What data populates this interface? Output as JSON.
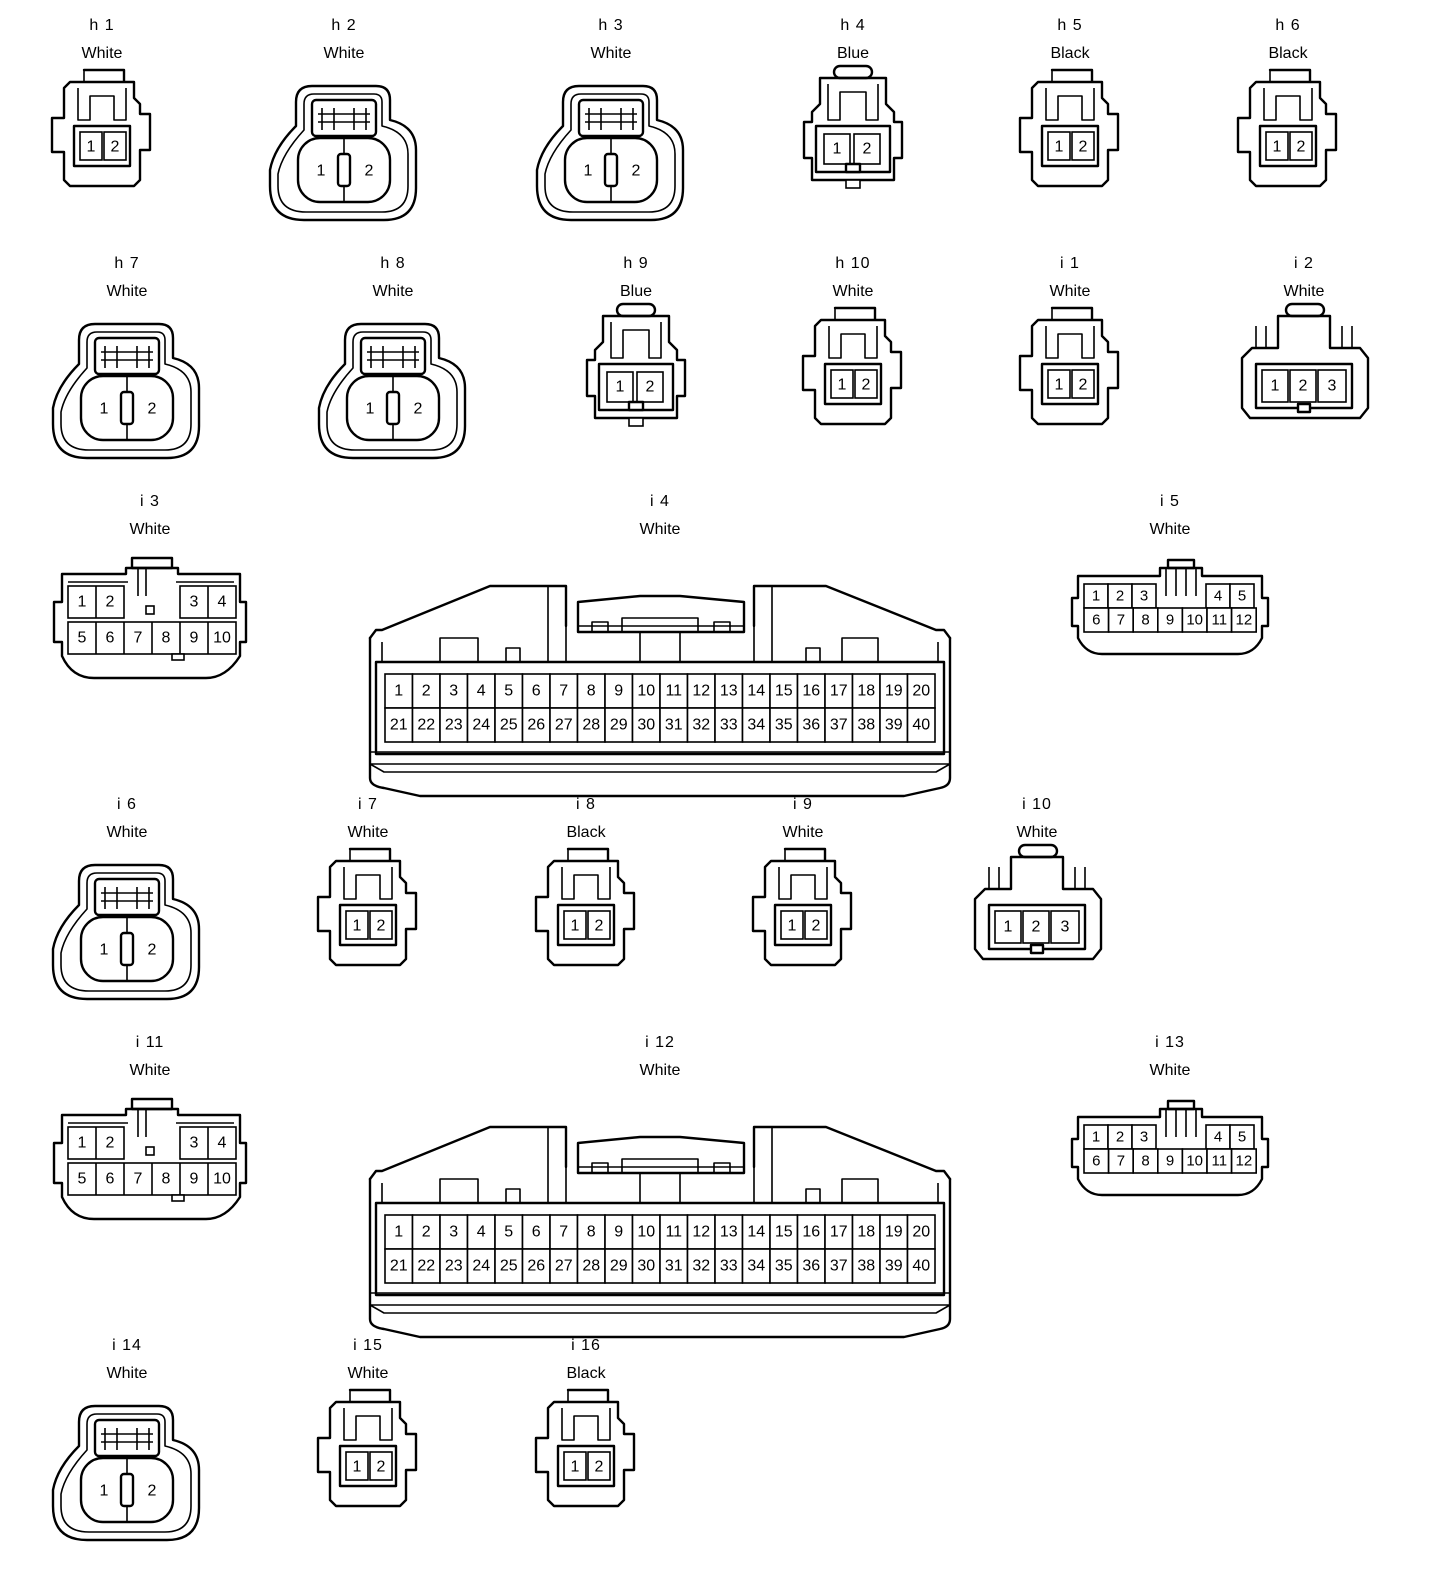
{
  "connectors": [
    {
      "code": "h 1",
      "color": "White",
      "style": "small2",
      "pins": [
        "1",
        "2"
      ]
    },
    {
      "code": "h 2",
      "color": "White",
      "style": "round2",
      "pins": [
        "1",
        "2"
      ]
    },
    {
      "code": "h 3",
      "color": "White",
      "style": "round2",
      "pins": [
        "1",
        "2"
      ]
    },
    {
      "code": "h 4",
      "color": "Blue",
      "style": "lock2",
      "pins": [
        "1",
        "2"
      ]
    },
    {
      "code": "h 5",
      "color": "Black",
      "style": "small2",
      "pins": [
        "1",
        "2"
      ]
    },
    {
      "code": "h 6",
      "color": "Black",
      "style": "small2",
      "pins": [
        "1",
        "2"
      ]
    },
    {
      "code": "h 7",
      "color": "White",
      "style": "round2",
      "pins": [
        "1",
        "2"
      ]
    },
    {
      "code": "h 8",
      "color": "White",
      "style": "round2",
      "pins": [
        "1",
        "2"
      ]
    },
    {
      "code": "h 9",
      "color": "Blue",
      "style": "lock2",
      "pins": [
        "1",
        "2"
      ]
    },
    {
      "code": "h 10",
      "color": "White",
      "style": "small2",
      "pins": [
        "1",
        "2"
      ]
    },
    {
      "code": "i 1",
      "color": "White",
      "style": "small2",
      "pins": [
        "1",
        "2"
      ]
    },
    {
      "code": "i 2",
      "color": "White",
      "style": "lock3",
      "pins": [
        "1",
        "2",
        "3"
      ]
    },
    {
      "code": "i 3",
      "color": "White",
      "style": "pin10",
      "pins": [
        "1",
        "2",
        "3",
        "4",
        "5",
        "6",
        "7",
        "8",
        "9",
        "10"
      ]
    },
    {
      "code": "i 4",
      "color": "White",
      "style": "pin40",
      "pins": [
        "1",
        "2",
        "3",
        "4",
        "5",
        "6",
        "7",
        "8",
        "9",
        "10",
        "11",
        "12",
        "13",
        "14",
        "15",
        "16",
        "17",
        "18",
        "19",
        "20",
        "21",
        "22",
        "23",
        "24",
        "25",
        "26",
        "27",
        "28",
        "29",
        "30",
        "31",
        "32",
        "33",
        "34",
        "35",
        "36",
        "37",
        "38",
        "39",
        "40"
      ]
    },
    {
      "code": "i 5",
      "color": "White",
      "style": "pin12",
      "pins": [
        "1",
        "2",
        "3",
        "4",
        "5",
        "6",
        "7",
        "8",
        "9",
        "10",
        "11",
        "12"
      ]
    },
    {
      "code": "i 6",
      "color": "White",
      "style": "round2",
      "pins": [
        "1",
        "2"
      ]
    },
    {
      "code": "i 7",
      "color": "White",
      "style": "small2",
      "pins": [
        "1",
        "2"
      ]
    },
    {
      "code": "i 8",
      "color": "Black",
      "style": "small2",
      "pins": [
        "1",
        "2"
      ]
    },
    {
      "code": "i 9",
      "color": "White",
      "style": "small2",
      "pins": [
        "1",
        "2"
      ]
    },
    {
      "code": "i 10",
      "color": "White",
      "style": "lock3",
      "pins": [
        "1",
        "2",
        "3"
      ]
    },
    {
      "code": "i 11",
      "color": "White",
      "style": "pin10",
      "pins": [
        "1",
        "2",
        "3",
        "4",
        "5",
        "6",
        "7",
        "8",
        "9",
        "10"
      ]
    },
    {
      "code": "i 12",
      "color": "White",
      "style": "pin40",
      "pins": [
        "1",
        "2",
        "3",
        "4",
        "5",
        "6",
        "7",
        "8",
        "9",
        "10",
        "11",
        "12",
        "13",
        "14",
        "15",
        "16",
        "17",
        "18",
        "19",
        "20",
        "21",
        "22",
        "23",
        "24",
        "25",
        "26",
        "27",
        "28",
        "29",
        "30",
        "31",
        "32",
        "33",
        "34",
        "35",
        "36",
        "37",
        "38",
        "39",
        "40"
      ]
    },
    {
      "code": "i 13",
      "color": "White",
      "style": "pin12",
      "pins": [
        "1",
        "2",
        "3",
        "4",
        "5",
        "6",
        "7",
        "8",
        "9",
        "10",
        "11",
        "12"
      ]
    },
    {
      "code": "i 14",
      "color": "White",
      "style": "round2",
      "pins": [
        "1",
        "2"
      ]
    },
    {
      "code": "i 15",
      "color": "White",
      "style": "small2",
      "pins": [
        "1",
        "2"
      ]
    },
    {
      "code": "i 16",
      "color": "Black",
      "style": "small2",
      "pins": [
        "1",
        "2"
      ]
    }
  ]
}
